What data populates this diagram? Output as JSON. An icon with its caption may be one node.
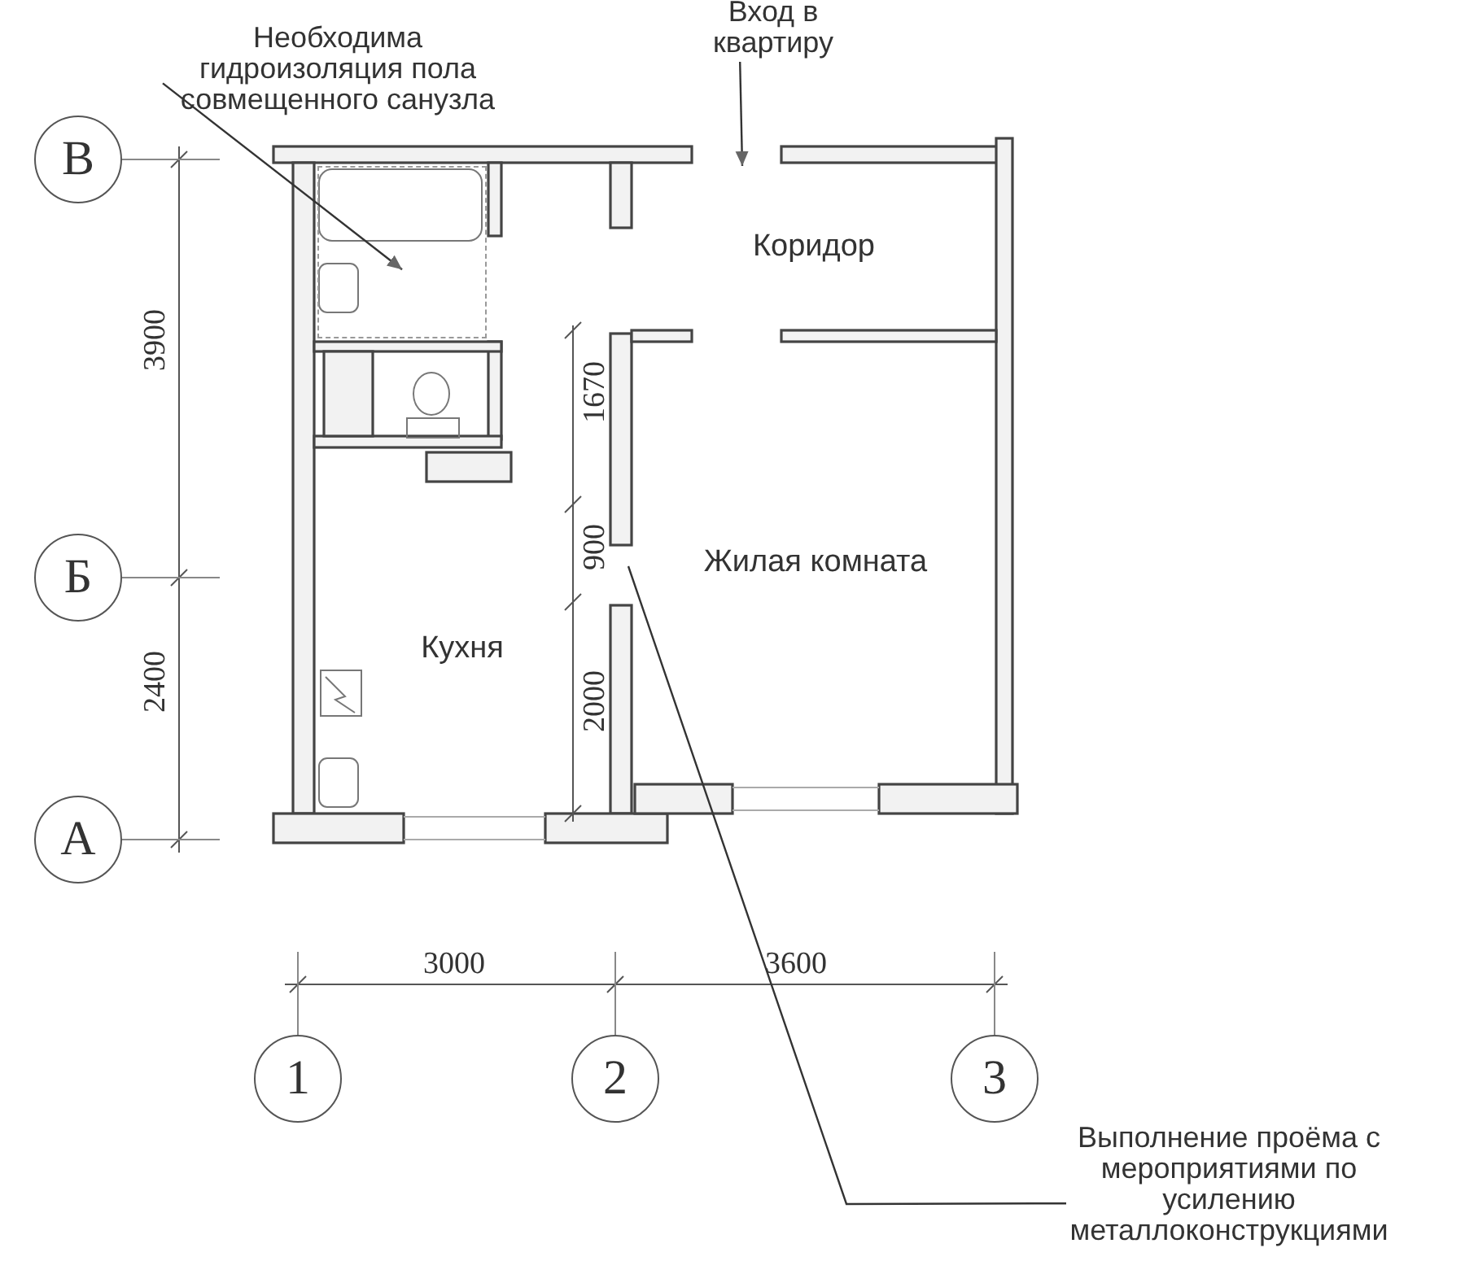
{
  "diagram": {
    "nodes": [
      {
        "text": [
          "Необходима гидроизоляция пола совмещенного санузла"
        ]
      },
      {
        "text": [
          "Вход в квартиру"
        ]
      },
      {
        "text": [
          "Коридор"
        ]
      },
      {
        "text": [],
        "shape": "box"
      },
      {
        "text": [
          "Кухня"
        ]
      },
      {
        "text": [
          "Жилая комната"
        ]
      },
      {
        "text": [
          "Выполнение проёма с мероприятиями по усилению металлоконструкциями"
        ]
      },
      {
        "text": [
          "В"
        ]
      },
      {
        "text": [
          "Б"
        ]
      },
      {
        "text": [
          "А"
        ]
      },
      {
        "text": [
          "1"
        ]
      },
      {
        "text": [
          "2"
        ]
      },
      {
        "text": [
          "3"
        ]
      }
    ],
    "edges": [
      {
        "from": 0,
        "to": 3,
        "arrow": "to"
      },
      {
        "from": 1,
        "to": 2,
        "arrow": "to"
      },
      {
        "from": 6,
        "to": null,
        "arrow": "none"
      }
    ],
    "labels": [
      "3900",
      "1670",
      "900",
      "2400",
      "2000",
      "3000",
      "3600"
    ]
  }
}
